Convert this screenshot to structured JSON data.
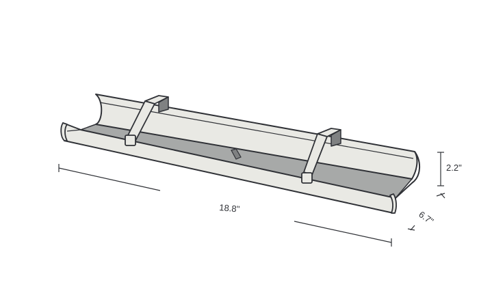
{
  "colors": {
    "outline": "#2f3136",
    "tray_face": "#e9e9e4",
    "tray_inner": "#a7a9a8",
    "tray_shadow": "#7f8182",
    "dimension_line": "#2f3136"
  },
  "dimensions": {
    "length": "18.8\"",
    "height": "2.2\"",
    "depth": "6.7\""
  }
}
